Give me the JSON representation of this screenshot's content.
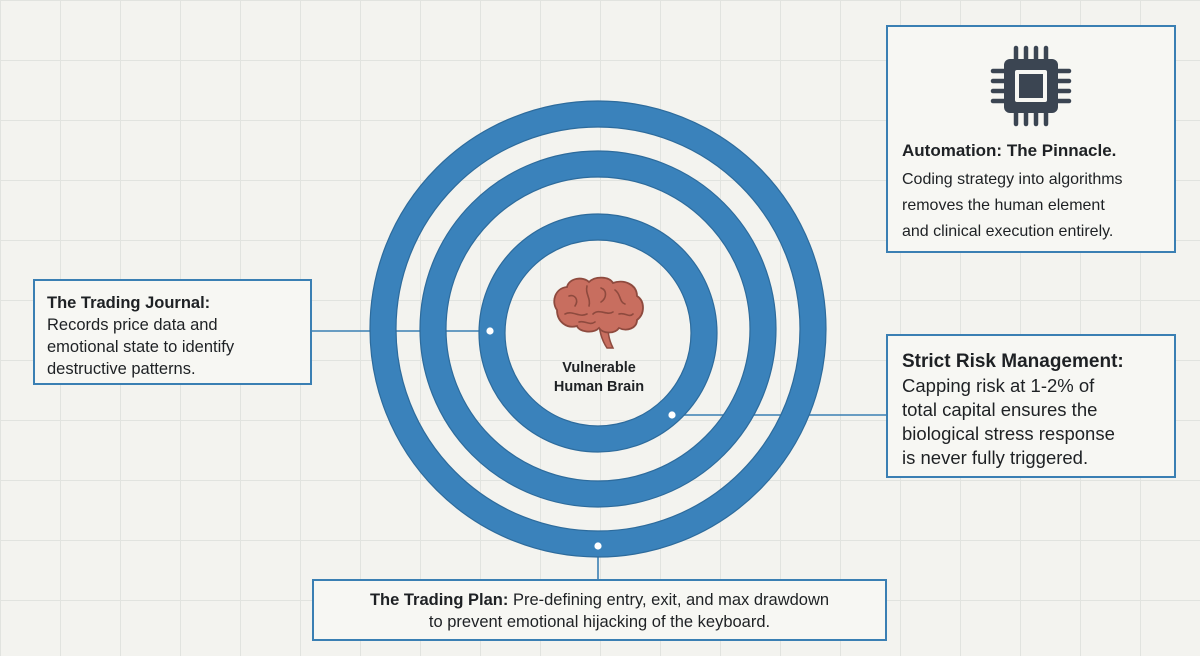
{
  "core": {
    "label_line1": "Vulnerable",
    "label_line2": "Human Brain"
  },
  "cards": {
    "journal": {
      "title": "The Trading Journal:",
      "body_line1": "Records price data and",
      "body_line2": "emotional state to identify",
      "body_line3": "destructive patterns."
    },
    "automation": {
      "title": "Automation: The Pinnacle.",
      "body_line1": "Coding strategy into algorithms",
      "body_line2": "removes the human element",
      "body_line3": "and clinical execution entirely."
    },
    "risk": {
      "title": "Strict Risk Management:",
      "body_line1": "Capping risk at 1-2% of",
      "body_line2": "total capital ensures the",
      "body_line3": "biological stress response",
      "body_line4": "is never fully triggered."
    },
    "plan": {
      "title": "The Trading Plan:",
      "body_line1": " Pre-defining entry, exit, and max drawdown",
      "body_line2": "to prevent emotional hijacking of the keyboard."
    }
  },
  "icons": {
    "core": "brain-icon",
    "automation": "cpu-chip-icon"
  },
  "colors": {
    "ring": "#3a82bb",
    "ring_dark": "#2d6b9c",
    "brain": "#c86e5f",
    "chip": "#3b4552",
    "background": "#f3f3ef"
  }
}
